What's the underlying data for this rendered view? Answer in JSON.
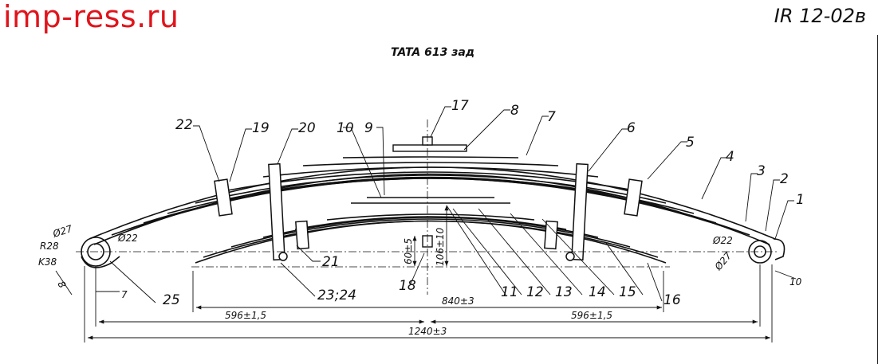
{
  "site": "imp-ress.ru",
  "code": "IR 12-02в",
  "title": "TATA 613  зад",
  "colors": {
    "site": "#e0141c",
    "line": "#111111"
  },
  "callouts": [
    "1",
    "2",
    "3",
    "4",
    "5",
    "6",
    "7",
    "8",
    "9",
    "10",
    "11",
    "12",
    "13",
    "14",
    "15",
    "16",
    "17",
    "18",
    "19",
    "20",
    "21",
    "22",
    "23;24",
    "25"
  ],
  "dims": {
    "d27_left": "Ø27",
    "d22_left": "Ø22",
    "r28": "R28",
    "k38": "K38",
    "small_left": "8",
    "seven": "7",
    "d22_right": "Ø22",
    "d27_right": "Ø27",
    "ten": "10",
    "h60": "60±5",
    "h106": "106±10",
    "l596_left": "596±1,5",
    "l840": "840±3",
    "l596_right": "596±1,5",
    "l1240": "1240±3"
  }
}
